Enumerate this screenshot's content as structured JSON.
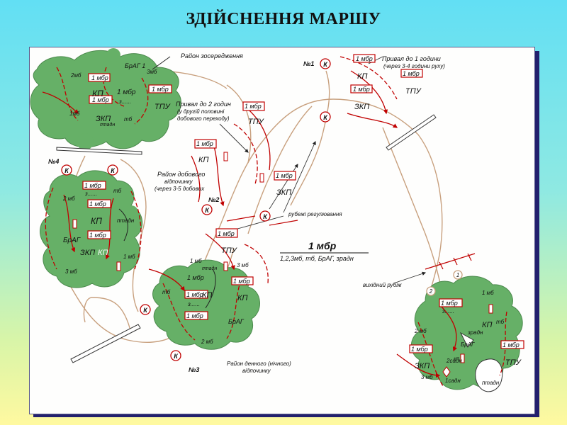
{
  "title": "ЗДІЙСНЕННЯ МАРШУ",
  "colors": {
    "foliage": "#66b067",
    "foliage_edge": "#4c8a4d",
    "route_line": "#c8a07e",
    "marker_red": "#c00000",
    "panel_shadow": "#23206e"
  },
  "labels": {
    "concentration_area": "Район зосередження",
    "brag1_top": "БрАГ 1",
    "mb2": "2мб",
    "mb3_top": "3мб",
    "mbr1_a": "1 мбр",
    "mbr1_b": "1 мбр",
    "kp_top": "КП",
    "mbr1_c": "1 мбр",
    "mbr1_d": "1 мбр",
    "z_top": "з......",
    "tpu_top": "ТПУ",
    "mb1_top": "1мб",
    "zkp_top": "ЗКП",
    "ptadn_top": "птадн",
    "tb_top": "тб",
    "halt2": "Привал до 2 годин",
    "halt2_sub1": "(у другій половині",
    "halt2_sub2": "добового переходу)",
    "no1": "№1",
    "halt1": "Привал до 1 години",
    "halt1_sub": "(через 3-4 години руху)",
    "mbr_r1": "1 мбр",
    "mbr_r2": "1 мбр",
    "mbr_r3": "1 мбр",
    "kp_r": "КП",
    "tpu_r": "ТПУ",
    "zkp_r": "ЗКП",
    "mbr_m1": "1 мбр",
    "tpu_m": "ТПУ",
    "mbr_m2": "1 мбр",
    "kp_m": "КП",
    "mbr_m3": "1 мбр",
    "zkp_m": "ЗКП",
    "no4": "№4",
    "daily_rest": "Район добового",
    "daily_rest_2": "відпочинку",
    "daily_rest_3": "(через 3-5 добових",
    "mbr_l1": "1 мбр",
    "z_l": "з......",
    "tb_l": "тб",
    "mb2_l": "2 мб",
    "mbr_l2": "1 мбр",
    "kp_l": "КП",
    "ptadn_l": "птадн",
    "brag_l": "БрАГ",
    "mbr_l3": "1 мбр",
    "zkp_l": "ЗКП",
    "kp_l2": "КП",
    "mb1_l": "1 мб",
    "mb3_l": "3 мб",
    "no2": "№2",
    "reg_lines": "рубежі регулювання",
    "mbr_c1": "1 мбр",
    "tpu_c": "ТПУ",
    "legend_main": "1 мбр",
    "legend_sub": "1,2,3мб, тб, БрАГ, зрадн",
    "mb1_c": "1 мб",
    "ptadn_c": "птадн",
    "mb3_c": "3 мб",
    "mbr_c2": "1 мбр",
    "mbr_c3": "1 мбр",
    "tb_c": "тб",
    "kp_c": "КП",
    "kp_c2": "КП",
    "mbr_c4": "1 мбр",
    "z_c": "з......",
    "brag_c": "БрАГ",
    "mbr_c5": "1 мбр",
    "mb2_c": "2 мб",
    "no3": "№3",
    "day_rest": "Район денного (нічного)",
    "day_rest_2": "відпочинку",
    "start_line": "вихідний рубіж",
    "mb1_r": "1 мб",
    "mbr_b1": "1 мбр",
    "z_b": "з......",
    "tb_b": "тб",
    "mb2_b": "2 мб",
    "zradn_b": "зрадн",
    "kp_b": "КП",
    "brag_b": "БрАГ",
    "mbr_b2": "1 мбр",
    "mbr_b3": "1 мбр",
    "kp_b2": "КП",
    "sadn2": "2садн",
    "tpu_b": "ТПУ",
    "zkp_b": "ЗКП",
    "mb3_b": "3 мб",
    "sadn1": "1садн",
    "ptadn_b": "птадн",
    "k": "К",
    "n1": "1",
    "n2": "2"
  }
}
